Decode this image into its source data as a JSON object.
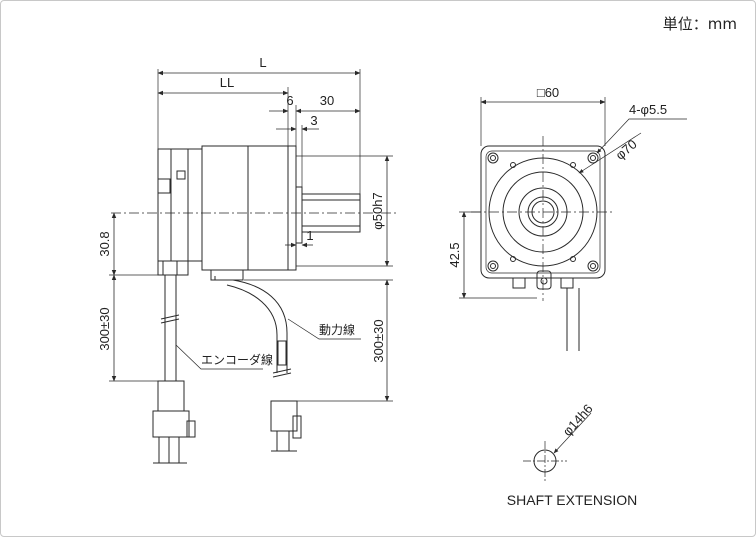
{
  "unit_label": "単位：mm",
  "side_view": {
    "dim_L": "L",
    "dim_LL": "LL",
    "dim_6": "6",
    "dim_30": "30",
    "dim_3": "3",
    "dim_1": "1",
    "dim_pilot": "φ50h7",
    "dim_30_8": "30.8",
    "dim_lead_left": "300±30",
    "dim_lead_right": "300±30",
    "label_power_cable": "動力線",
    "label_encoder_cable": "エンコーダ線"
  },
  "front_view": {
    "dim_square": "□60",
    "dim_holes": "4-φ5.5",
    "dim_pcd": "φ70",
    "dim_42_5": "42.5"
  },
  "shaft_detail": {
    "dim_shaft": "φ14h6",
    "caption": "SHAFT EXTENSION"
  }
}
